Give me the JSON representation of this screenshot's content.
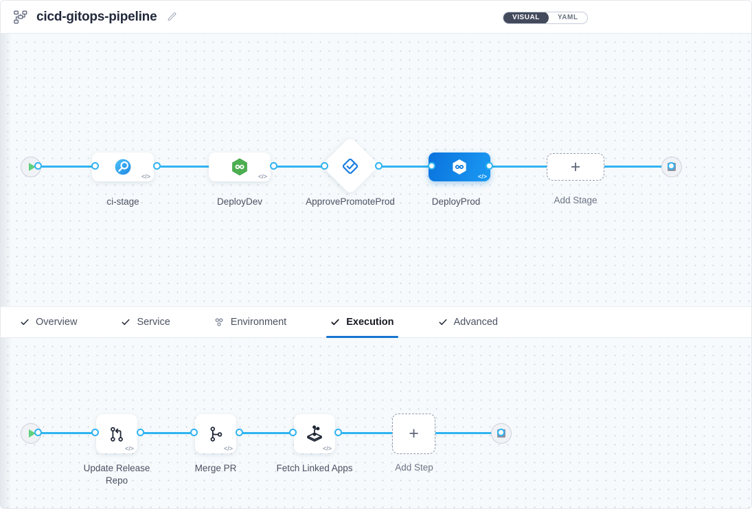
{
  "header": {
    "pipeline_icon": "pipeline-hierarchy-icon",
    "title": "cicd-gitops-pipeline",
    "edit_icon": "pencil-edit-icon",
    "view_toggle": {
      "options": [
        "VISUAL",
        "YAML"
      ],
      "selected": "VISUAL"
    }
  },
  "stage_canvas": {
    "start_node": {
      "icon": "play-icon"
    },
    "end_node": {
      "icon": "stop-icon"
    },
    "stages": [
      {
        "label": "ci-stage",
        "icon": "ci-magnifier-icon",
        "selected": false,
        "code_badge": "</>"
      },
      {
        "label": "DeployDev",
        "icon": "argo-hexagon-green-icon",
        "selected": false,
        "code_badge": "</>"
      },
      {
        "label": "ApprovePromot\neProd",
        "label_line1": "ApprovePromot",
        "label_line2": "eProd",
        "icon": "approval-diamond-check-icon",
        "selected": false,
        "shape": "diamond"
      },
      {
        "label": "DeployProd",
        "icon": "argo-hexagon-white-icon",
        "selected": true,
        "code_badge": "</>"
      }
    ],
    "add_stage": {
      "label": "Add Stage",
      "icon": "plus-icon"
    }
  },
  "tabs": [
    {
      "label": "Overview",
      "icon": "check-icon",
      "active": false
    },
    {
      "label": "Service",
      "icon": "check-icon",
      "active": false
    },
    {
      "label": "Environment",
      "icon": "environment-hex-icon",
      "active": false
    },
    {
      "label": "Execution",
      "icon": "check-icon",
      "active": true
    },
    {
      "label": "Advanced",
      "icon": "check-icon",
      "active": false
    }
  ],
  "step_canvas": {
    "start_node": {
      "icon": "play-icon"
    },
    "end_node": {
      "icon": "stop-icon"
    },
    "steps": [
      {
        "label_line1": "Update Release",
        "label_line2": "Repo",
        "icon": "git-branch-merge-icon",
        "code_badge": "</>"
      },
      {
        "label_line1": "Merge PR",
        "label_line2": "",
        "icon": "git-pull-request-icon",
        "code_badge": "</>"
      },
      {
        "label_line1": "Fetch Linked",
        "label_line2": "Apps",
        "icon": "linked-apps-cube-icon",
        "code_badge": "</>"
      }
    ],
    "add_step": {
      "label": "Add Step",
      "icon": "plus-icon"
    }
  },
  "colors": {
    "accent_blue": "#1575cf",
    "edge_blue": "#2fb3f0",
    "selected_node_blue": "#0a72dd",
    "toggle_dark": "#434a5c",
    "canvas_bg": "#f6fafc",
    "argo_green": "#41b883",
    "play_green": "#5fd07e"
  }
}
